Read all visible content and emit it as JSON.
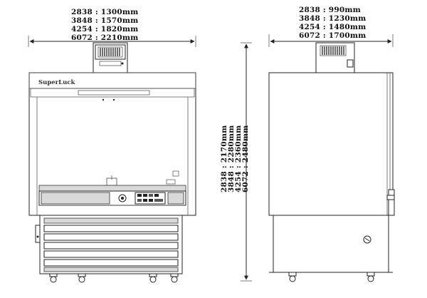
{
  "front_view": {
    "brand": "SuperLuck",
    "width_dims": [
      "2838 : 1300mm",
      "3848 : 1570mm",
      "4254 : 1820mm",
      "6072 : 2210mm"
    ]
  },
  "side_view": {
    "depth_dims": [
      "2838 : 990mm",
      "3848 : 1230mm",
      "4254 : 1480mm",
      "6072 : 1700mm"
    ],
    "height_dims": [
      "2838 : 2170mm",
      "3848 : 2280mm",
      "4254 : 2360mm",
      "6072 : 2480mm"
    ]
  },
  "colors": {
    "line": "#222222",
    "panel_gray": "#d9d9d9"
  }
}
